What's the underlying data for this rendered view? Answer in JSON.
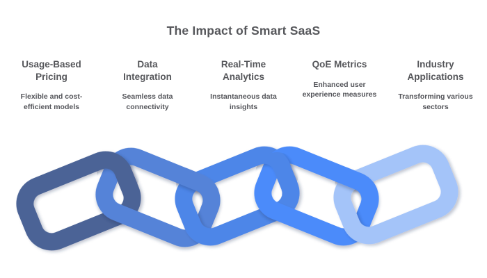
{
  "title": "The Impact of Smart SaaS",
  "columns": [
    {
      "heading": "Usage-Based Pricing",
      "description": "Flexible and cost-efficient models"
    },
    {
      "heading": "Data Integration",
      "description": "Seamless data connectivity"
    },
    {
      "heading": "Real-Time Analytics",
      "description": "Instantaneous data insights"
    },
    {
      "heading": "QoE Metrics",
      "description": "Enhanced user experience measures"
    },
    {
      "heading": "Industry Applications",
      "description": "Transforming various sectors"
    }
  ],
  "chain": {
    "description": "Five interlocking chain links, dark slate blue to light blue",
    "links": [
      {
        "name": "link-usage-based-pricing",
        "color": "#4b6396"
      },
      {
        "name": "link-data-integration",
        "color": "#5583d8"
      },
      {
        "name": "link-real-time-analytics",
        "color": "#4e86e8"
      },
      {
        "name": "link-qoe-metrics",
        "color": "#4b8bfa"
      },
      {
        "name": "link-industry-applications",
        "color": "#a4c4f9"
      }
    ]
  },
  "colors": {
    "background": "#ffffff",
    "title_text": "#56575b",
    "heading_text": "#55565a",
    "description_text": "#54555a"
  }
}
